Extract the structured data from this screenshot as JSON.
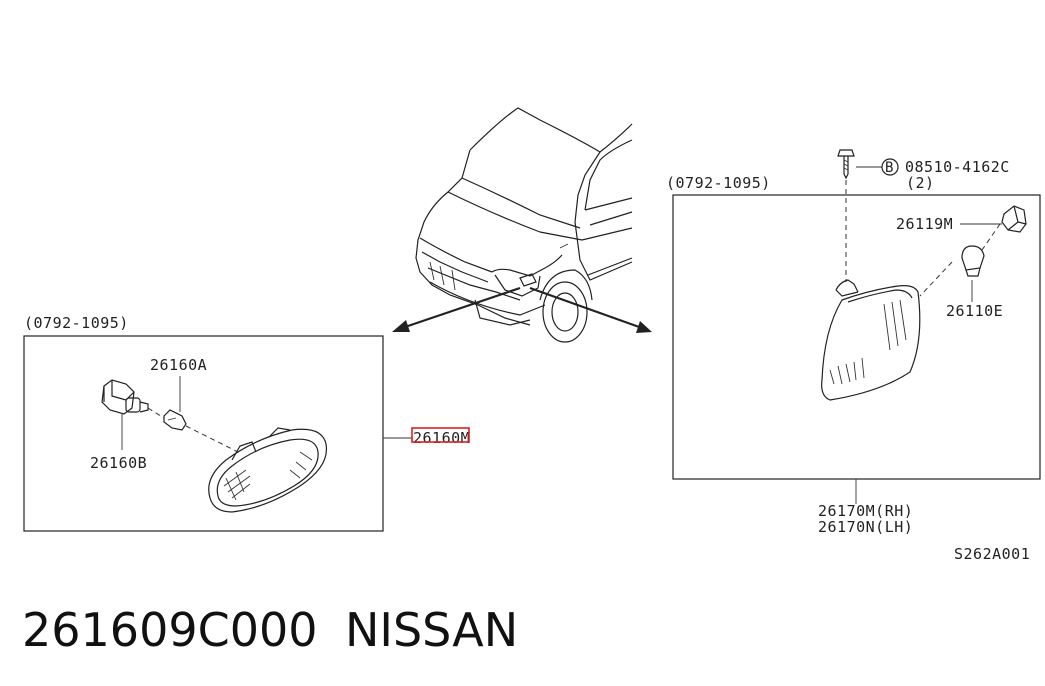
{
  "title": {
    "part_number": "261609C000",
    "brand": "NISSAN"
  },
  "diagram_code": "S262A001",
  "left_panel": {
    "date_range": "(0792-1095)",
    "labels": {
      "bulb": "26160A",
      "socket": "26160B",
      "lamp": "26160M"
    }
  },
  "right_panel": {
    "date_range": "(0792-1095)",
    "labels": {
      "screw_marker": "B",
      "screw": "08510-4162C",
      "screw_qty": "(2)",
      "socket": "26119M",
      "bulb": "26110E",
      "assy_rh": "26170M(RH)",
      "assy_lh": "26170N(LH)"
    }
  },
  "colors": {
    "highlight": "#e02020",
    "line": "#222222"
  }
}
